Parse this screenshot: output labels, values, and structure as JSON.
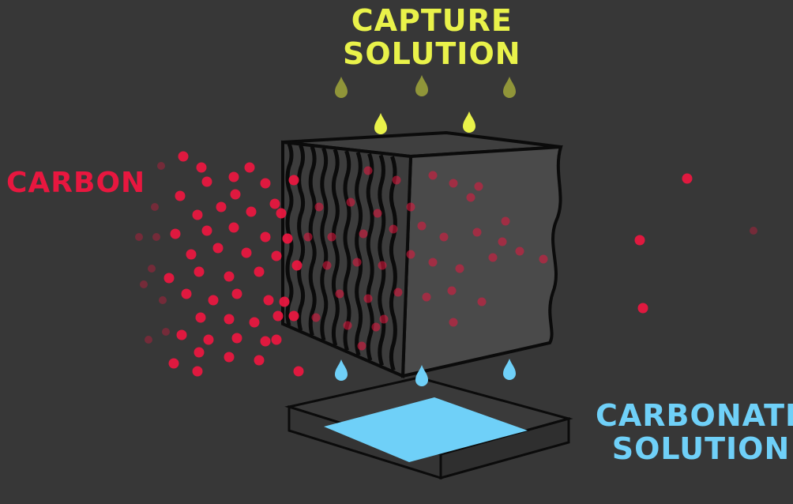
{
  "labels": {
    "capture_line1": "CAPTURE",
    "capture_line2": "SOLUTION",
    "carbon": "CARBON",
    "carbonate_line1": "CARBONATE",
    "carbonate_line2": "SOLUTION"
  },
  "colors": {
    "background": "#373737",
    "capture": "#e9f24a",
    "capture_dim": "#9aa03a",
    "carbon": "#e8173f",
    "carbonate": "#6fd0f8",
    "cube_front": "#454545",
    "cube_side": "#4a4a4a",
    "cube_top": "#3f3f3f",
    "outline": "#0b0b0b",
    "tray_fill": "#3a3a3a"
  },
  "icons": [
    "droplet-icon",
    "carbon-particle-icon"
  ]
}
